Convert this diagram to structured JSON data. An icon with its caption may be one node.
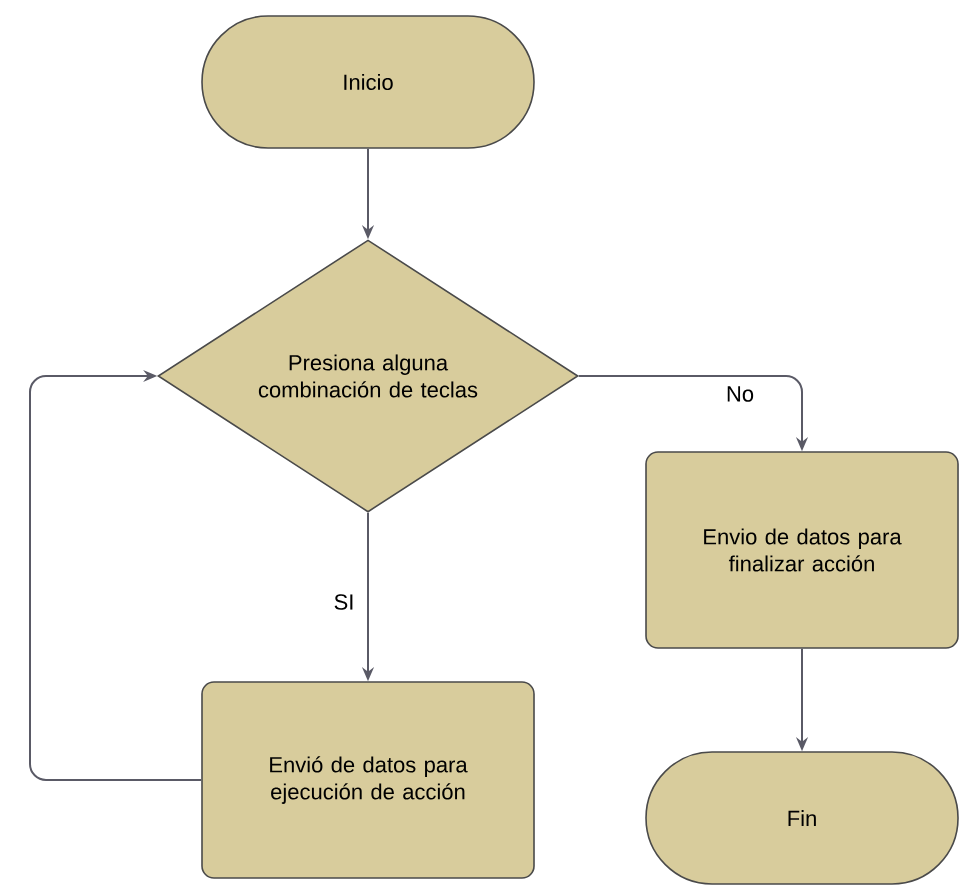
{
  "diagram": {
    "nodes": [
      {
        "text": [
          "Inicio"
        ]
      },
      {
        "text": [
          "Presiona alguna combinación de teclas"
        ]
      },
      {
        "text": [
          "Envio de datos para finalizar acción"
        ]
      },
      {
        "text": [
          "Envió de datos para ejecución de acción"
        ]
      },
      {
        "text": [
          "Fin"
        ]
      }
    ],
    "edges": [
      {
        "from": 0,
        "to": 1,
        "arrow": "to"
      },
      {
        "from": 1,
        "to": 3,
        "arrow": "to",
        "label": "SI"
      },
      {
        "from": 3,
        "to": 1,
        "arrow": "to"
      },
      {
        "from": 1,
        "to": 2,
        "arrow": "to",
        "label": "No"
      },
      {
        "from": 2,
        "to": 4,
        "arrow": "to"
      }
    ]
  }
}
